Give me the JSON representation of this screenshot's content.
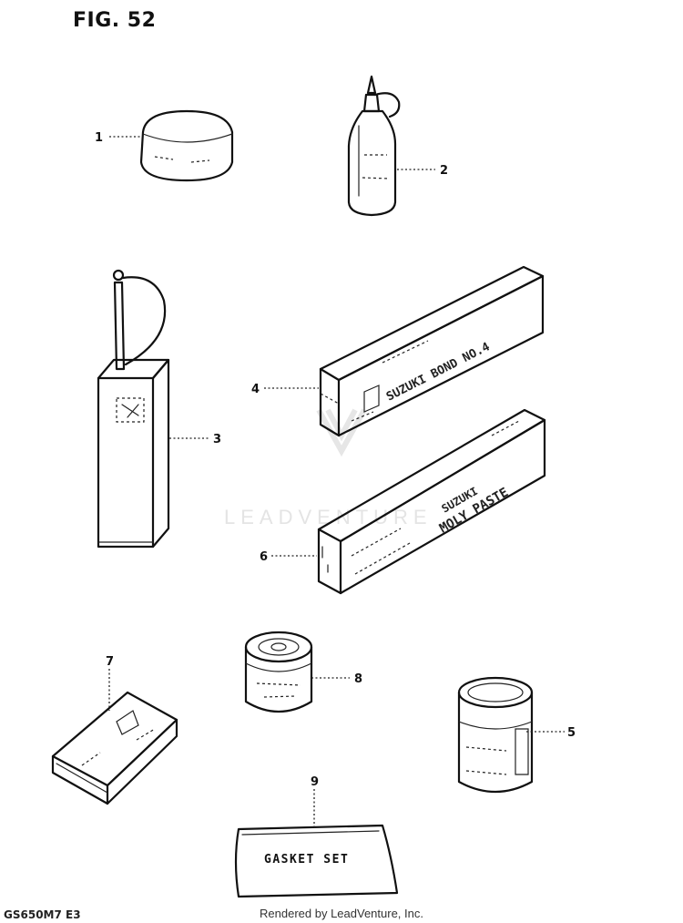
{
  "figure": {
    "title": "FIG. 52",
    "model_code": "GS650M7 E3",
    "footer": "Rendered by LeadVenture, Inc.",
    "watermark": "LEADVENTURE"
  },
  "callouts": [
    "1",
    "2",
    "3",
    "4",
    "5",
    "6",
    "7",
    "8",
    "9"
  ],
  "labels": {
    "bond_box": "SUZUKI BOND NO.4",
    "paste_box_line1": "SUZUKI",
    "paste_box_line2": "MOLY PASTE",
    "gasket_set": "GASKET SET"
  }
}
